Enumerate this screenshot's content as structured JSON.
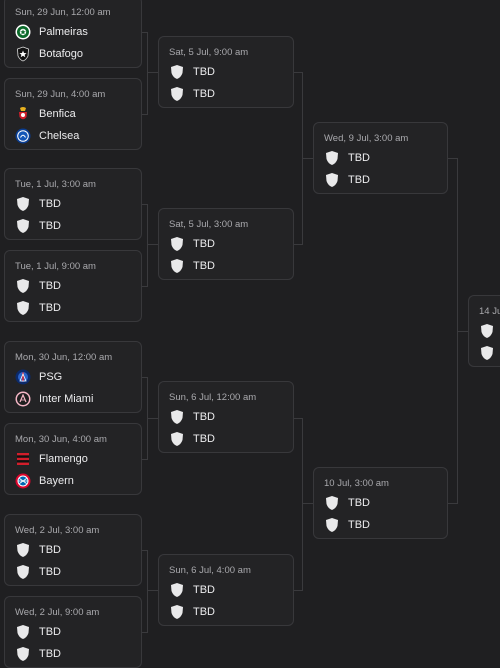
{
  "bracket": {
    "round_of_16": [
      {
        "date": "Sun, 29 Jun, 12:00 am",
        "team1": {
          "name": "Palmeiras",
          "icon": "palmeiras-crest-icon"
        },
        "team2": {
          "name": "Botafogo",
          "icon": "botafogo-crest-icon"
        }
      },
      {
        "date": "Sun, 29 Jun, 4:00 am",
        "team1": {
          "name": "Benfica",
          "icon": "benfica-crest-icon"
        },
        "team2": {
          "name": "Chelsea",
          "icon": "chelsea-crest-icon"
        }
      },
      {
        "date": "Tue, 1 Jul, 3:00 am",
        "team1": {
          "name": "TBD",
          "icon": "shield-icon"
        },
        "team2": {
          "name": "TBD",
          "icon": "shield-icon"
        }
      },
      {
        "date": "Tue, 1 Jul, 9:00 am",
        "team1": {
          "name": "TBD",
          "icon": "shield-icon"
        },
        "team2": {
          "name": "TBD",
          "icon": "shield-icon"
        }
      },
      {
        "date": "Mon, 30 Jun, 12:00 am",
        "team1": {
          "name": "PSG",
          "icon": "psg-crest-icon"
        },
        "team2": {
          "name": "Inter Miami",
          "icon": "inter-miami-crest-icon"
        }
      },
      {
        "date": "Mon, 30 Jun, 4:00 am",
        "team1": {
          "name": "Flamengo",
          "icon": "flamengo-crest-icon"
        },
        "team2": {
          "name": "Bayern",
          "icon": "bayern-crest-icon"
        }
      },
      {
        "date": "Wed, 2 Jul, 3:00 am",
        "team1": {
          "name": "TBD",
          "icon": "shield-icon"
        },
        "team2": {
          "name": "TBD",
          "icon": "shield-icon"
        }
      },
      {
        "date": "Wed, 2 Jul, 9:00 am",
        "team1": {
          "name": "TBD",
          "icon": "shield-icon"
        },
        "team2": {
          "name": "TBD",
          "icon": "shield-icon"
        }
      }
    ],
    "quarter_finals": [
      {
        "date": "Sat, 5 Jul, 9:00 am",
        "team1": {
          "name": "TBD"
        },
        "team2": {
          "name": "TBD"
        }
      },
      {
        "date": "Sat, 5 Jul, 3:00 am",
        "team1": {
          "name": "TBD"
        },
        "team2": {
          "name": "TBD"
        }
      },
      {
        "date": "Sun, 6 Jul, 12:00 am",
        "team1": {
          "name": "TBD"
        },
        "team2": {
          "name": "TBD"
        }
      },
      {
        "date": "Sun, 6 Jul, 4:00 am",
        "team1": {
          "name": "TBD"
        },
        "team2": {
          "name": "TBD"
        }
      }
    ],
    "semi_finals": [
      {
        "date": "Wed, 9 Jul, 3:00 am",
        "team1": {
          "name": "TBD"
        },
        "team2": {
          "name": "TBD"
        }
      },
      {
        "date": "10 Jul, 3:00 am",
        "team1": {
          "name": "TBD"
        },
        "team2": {
          "name": "TBD"
        }
      }
    ],
    "final": {
      "date": "14 Ju"
    },
    "colors": {
      "background": "#1f1f21",
      "card": "#232325",
      "border": "#38383b",
      "connector": "#3a3a3d"
    }
  }
}
